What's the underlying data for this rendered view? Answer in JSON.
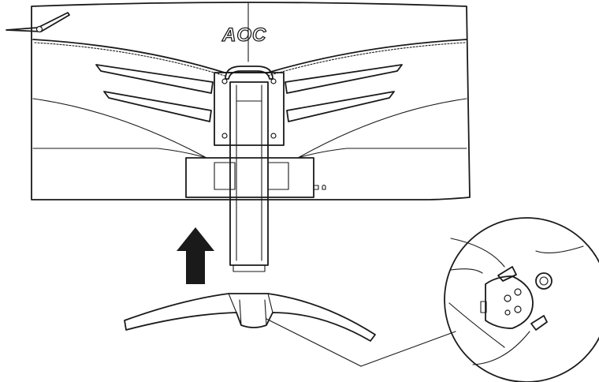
{
  "brand": {
    "logo_text": "AOC"
  },
  "illustration": {
    "arrow_direction": "up",
    "colors": {
      "line": "#1a1a1a",
      "background": "#ffffff"
    }
  },
  "icons": [
    "monitor-rear-view",
    "vesa-stand-neck",
    "up-arrow-icon",
    "stand-base",
    "magnified-mount-detail",
    "headphone-hook-icon",
    "lock-icon"
  ]
}
